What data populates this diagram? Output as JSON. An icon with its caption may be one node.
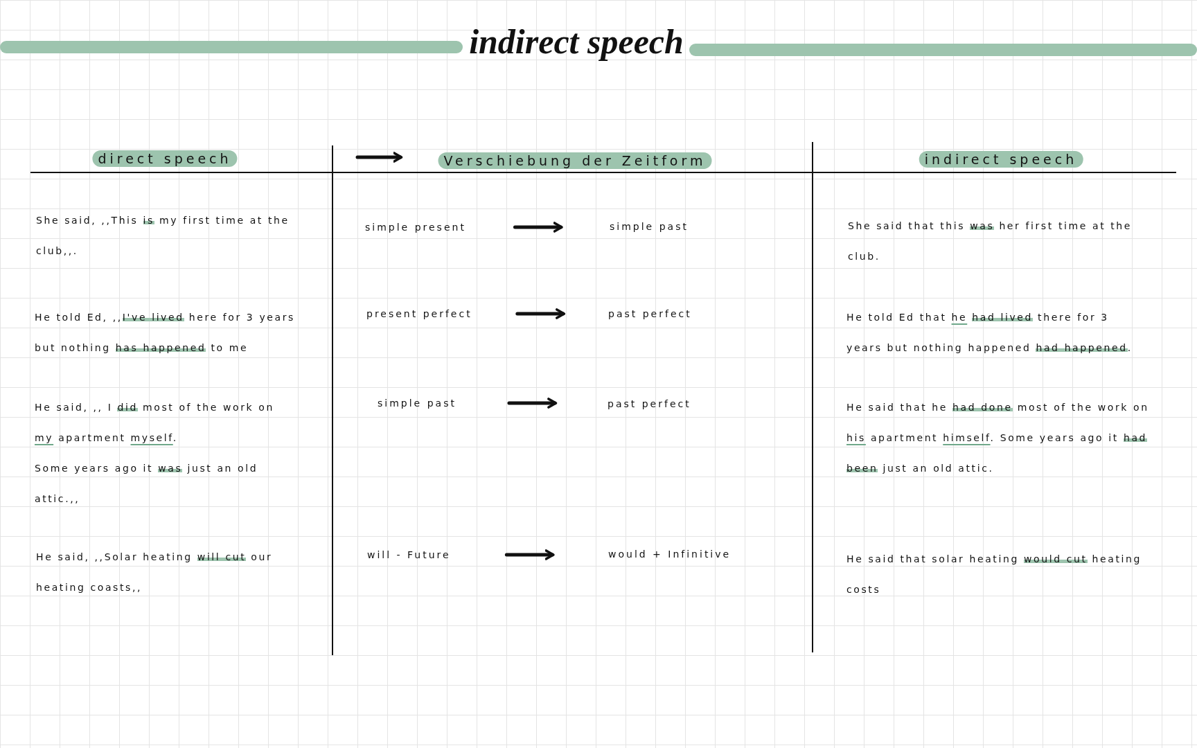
{
  "diagram": {
    "title": "indirect speech",
    "nodes": [
      {
        "text": [
          "simple present"
        ]
      },
      {
        "text": [
          "simple past"
        ]
      },
      {
        "text": [
          "present perfect"
        ]
      },
      {
        "text": [
          "past perfect"
        ]
      },
      {
        "text": [
          "simple past"
        ]
      },
      {
        "text": [
          "past perfect"
        ]
      },
      {
        "text": [
          "will - Future"
        ]
      },
      {
        "text": [
          "would + Infinitive"
        ]
      }
    ],
    "edges": [
      {
        "from": 0,
        "to": 1,
        "arrow": "to"
      },
      {
        "from": 2,
        "to": 3,
        "arrow": "to"
      },
      {
        "from": 4,
        "to": 5,
        "arrow": "to"
      },
      {
        "from": 6,
        "to": 7,
        "arrow": "to"
      }
    ],
    "labels": [
      "direct speech",
      "Verschiebung der Zeitform",
      "indirect speech",
      "She said, ,,This **is** my first time at the club,,.",
      "She said that this **was** her first time at the club.",
      "He told Ed, ,,**I've lived** here for 3 years but nothing **has happened** to me",
      "He told Ed that *he* **had lived** there for 3 years but nothing happened **had happened**.",
      "He said, ,, I **did** most of the work on *my* apartment *myself*.",
      "Some years ago it **was** just an old attic.,,",
      "He said that he **had done** most of the work on *his* apartment *himself*. Some years ago it **had been** just an old attic.",
      "He said, ,,Solar heating **will cut** our heating coasts,,",
      "He said that solar heating **would cut** heating costs"
    ]
  }
}
